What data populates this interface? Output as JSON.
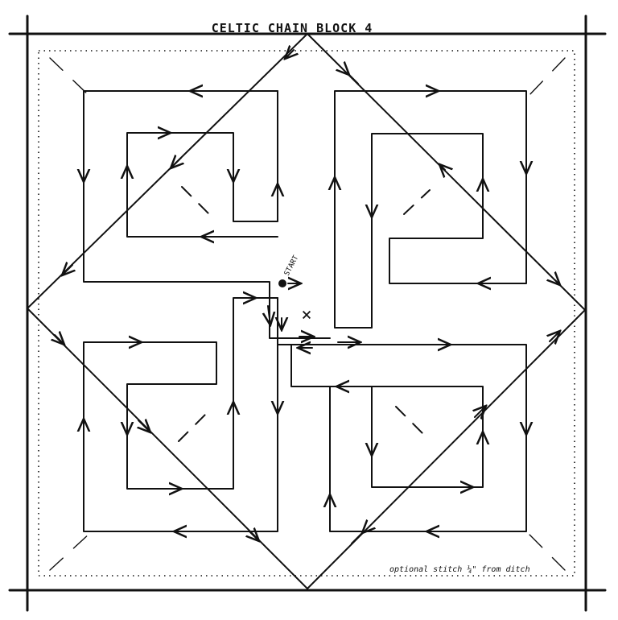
{
  "title": "CELTIC CHAIN BLOCK 4",
  "start_label": "START",
  "center_mark": "×",
  "note": "optional stitch ¼\" from ditch",
  "colors": {
    "ink": "#111111",
    "paper": "#ffffff"
  }
}
